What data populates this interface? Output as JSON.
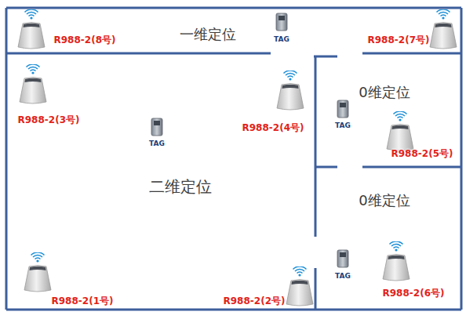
{
  "diagram": {
    "nodes": [
      {
        "text": [
          "R988-2(8号)"
        ]
      },
      {
        "text": [
          "R988-2(7号)"
        ]
      },
      {
        "text": [
          "R988-2(3号)"
        ]
      },
      {
        "text": [
          "R988-2(4号)"
        ]
      },
      {
        "text": [
          "R988-2(5号)"
        ]
      },
      {
        "text": [
          "R988-2(6号)"
        ]
      },
      {
        "text": [
          "R988-2(1号)"
        ]
      },
      {
        "text": [
          "R988-2(2号)"
        ]
      }
    ],
    "labels": [
      "一维定位",
      "TAG",
      "0维定位",
      "TAG",
      "TAG",
      "二维定位",
      "0维定位",
      "TAG"
    ]
  }
}
